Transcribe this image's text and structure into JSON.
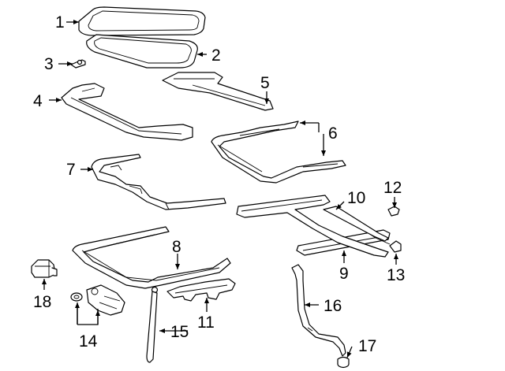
{
  "colors": {
    "line": "#000000",
    "background": "#ffffff"
  },
  "callouts": [
    "1",
    "2",
    "3",
    "4",
    "5",
    "6",
    "7",
    "8",
    "9",
    "10",
    "11",
    "12",
    "13",
    "14",
    "15",
    "16",
    "17",
    "18"
  ]
}
